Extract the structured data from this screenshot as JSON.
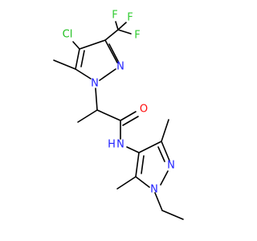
{
  "atom_colors": {
    "C": "#000000",
    "N": "#2020ff",
    "O": "#ff0d0d",
    "F": "#33cc33",
    "Cl": "#1fbf1f"
  },
  "labels": {
    "cl": "Cl",
    "f1": "F",
    "f2": "F",
    "f3": "F",
    "n1": "N",
    "n2": "N",
    "o": "O",
    "nh_n": "N",
    "nh_h": "H",
    "n3": "N",
    "n4": "N"
  }
}
